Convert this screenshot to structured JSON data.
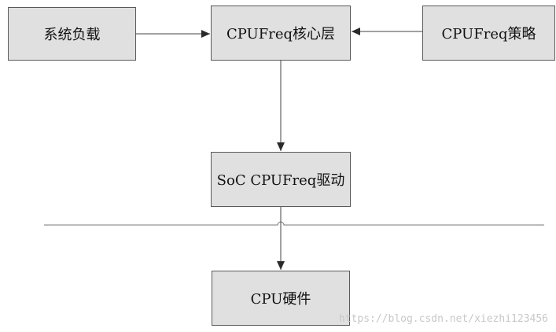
{
  "diagram": {
    "nodes": {
      "system_load": "系统负载",
      "cpufreq_core": "CPUFreq核心层",
      "cpufreq_policy": "CPUFreq策略",
      "soc_cpufreq_driver": "SoC CPUFreq驱动",
      "cpu_hardware": "CPU硬件"
    },
    "edges": [
      {
        "from": "system_load",
        "to": "cpufreq_core"
      },
      {
        "from": "cpufreq_policy",
        "to": "cpufreq_core"
      },
      {
        "from": "cpufreq_core",
        "to": "soc_cpufreq_driver"
      },
      {
        "from": "soc_cpufreq_driver",
        "to": "cpu_hardware"
      }
    ],
    "colors": {
      "box_fill": "#e0e0e0",
      "box_border": "#5a5a5a",
      "line": "#333333",
      "watermark": "#c8c8c8"
    }
  },
  "watermark": "https://blog.csdn.net/xiezhi123456"
}
